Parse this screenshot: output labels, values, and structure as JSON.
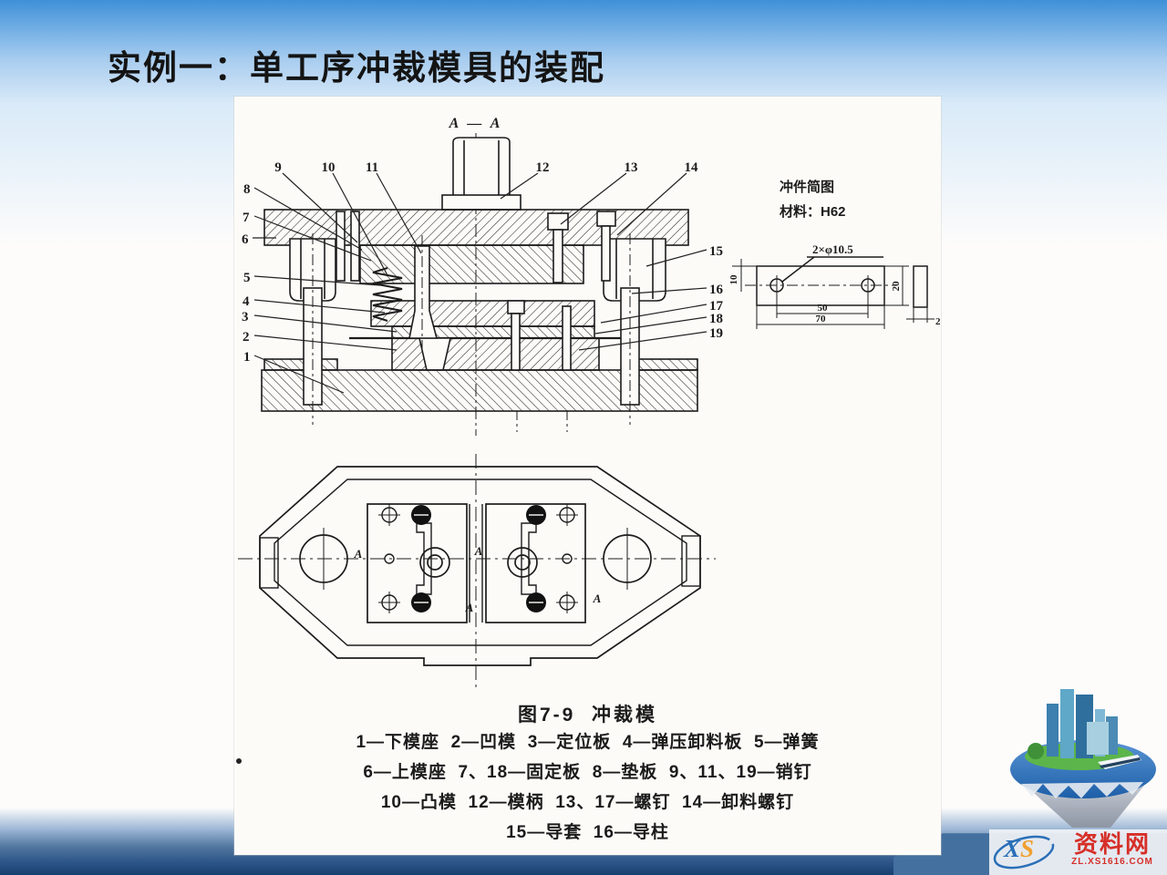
{
  "slide": {
    "title": "实例一：单工序冲裁模具的装配"
  },
  "figure": {
    "section_label": "A — A",
    "plan_marker": "A",
    "callouts": {
      "c1": "1",
      "c2": "2",
      "c3": "3",
      "c4": "4",
      "c5": "5",
      "c6": "6",
      "c7": "7",
      "c8": "8",
      "c9": "9",
      "c10": "10",
      "c11": "11",
      "c12": "12",
      "c13": "13",
      "c14": "14",
      "c15": "15",
      "c16": "16",
      "c17": "17",
      "c18": "18",
      "c19": "19"
    },
    "sketch": {
      "title": "冲件简图",
      "material": "材料：H62",
      "hole_label": "2×φ10.5",
      "dim_pitch": "50",
      "dim_width": "70",
      "dim_height": "20",
      "dim_edge": "10",
      "dim_thickness": "2"
    },
    "caption": {
      "title": "图7-9  冲裁模",
      "lines": [
        "1—下模座  2—凹模  3—定位板  4—弹压卸料板  5—弹簧",
        "6—上模座  7、18—固定板  8—垫板  9、11、19—销钉",
        "10—凸模  12—模柄  13、17—螺钉  14—卸料螺钉",
        "15—导套  16—导柱"
      ]
    }
  },
  "watermark": {
    "x_letter": "X",
    "s_letter": "S",
    "site_name": "资料网",
    "site_url": "ZL.XS1616.COM"
  },
  "colors": {
    "sky_blue": "#3f90d8",
    "band_blue": "#16406f",
    "logo_red": "#d62f28",
    "logo_blue": "#2a6fb8",
    "logo_orange": "#f0a030"
  }
}
